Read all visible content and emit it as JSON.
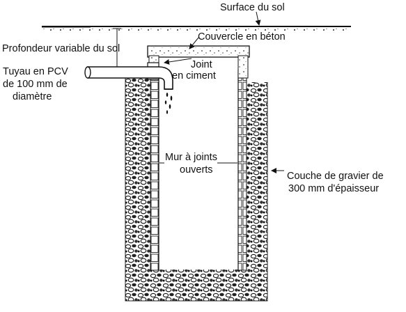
{
  "labels": {
    "surface": "Surface du sol",
    "cover": "Couvercle en béton",
    "depth": "Profondeur variable du sol",
    "pipe_line1": "Tuyau en PCV",
    "pipe_line2": "de 100 mm de",
    "pipe_line3": "diamètre",
    "joint_line1": "Joint",
    "joint_line2": "en ciment",
    "wall_line1": "Mur à joints",
    "wall_line2": "ouverts",
    "gravel_line1": "Couche de gravier de",
    "gravel_line2": "300 mm d'épaisseur"
  }
}
